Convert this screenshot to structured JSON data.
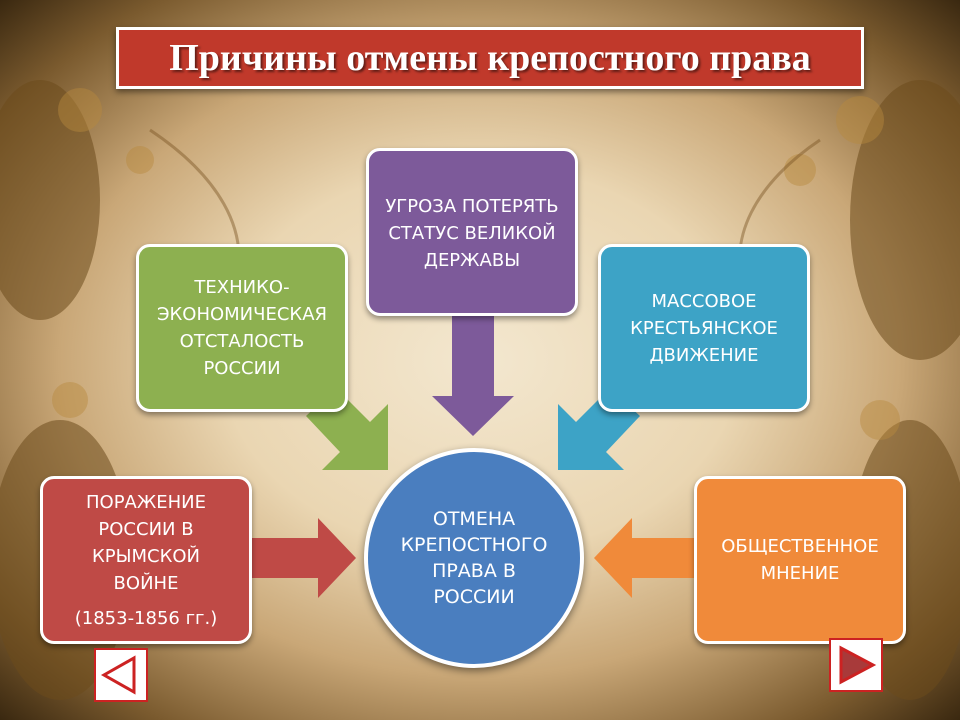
{
  "title": "Причины отмены крепостного права",
  "center": [
    "ОТМЕНА",
    "КРЕПОСТНОГО",
    "ПРАВА В",
    "РОССИИ"
  ],
  "causes": {
    "tech": [
      "ТЕХНИКО-",
      "ЭКОНОМИЧЕСКАЯ",
      "ОТСТАЛОСТЬ",
      "РОССИИ"
    ],
    "power": [
      "УГРОЗА ПОТЕРЯТЬ",
      "СТАТУС ВЕЛИКОЙ",
      "ДЕРЖАВЫ"
    ],
    "peasant": [
      "МАССОВОЕ",
      "КРЕСТЬЯНСКОЕ",
      "ДВИЖЕНИЕ"
    ],
    "crimea": [
      "ПОРАЖЕНИЕ",
      "РОССИИ В",
      "КРЫМСКОЙ",
      "ВОЙНЕ"
    ],
    "crimea_years": "(1853-1856 гг.)",
    "opinion": [
      "ОБЩЕСТВЕННОЕ",
      "МНЕНИЕ"
    ]
  },
  "colors": {
    "title_bg": "#c0392b",
    "tech": "#8db050",
    "power": "#7d5a9a",
    "peasant": "#3da3c6",
    "crimea": "#bf4a46",
    "opinion": "#f08a3a",
    "center": "#4a7ebf"
  },
  "nav": {
    "prev_icon": "triangle-left-icon",
    "next_icon": "triangle-right-icon"
  }
}
